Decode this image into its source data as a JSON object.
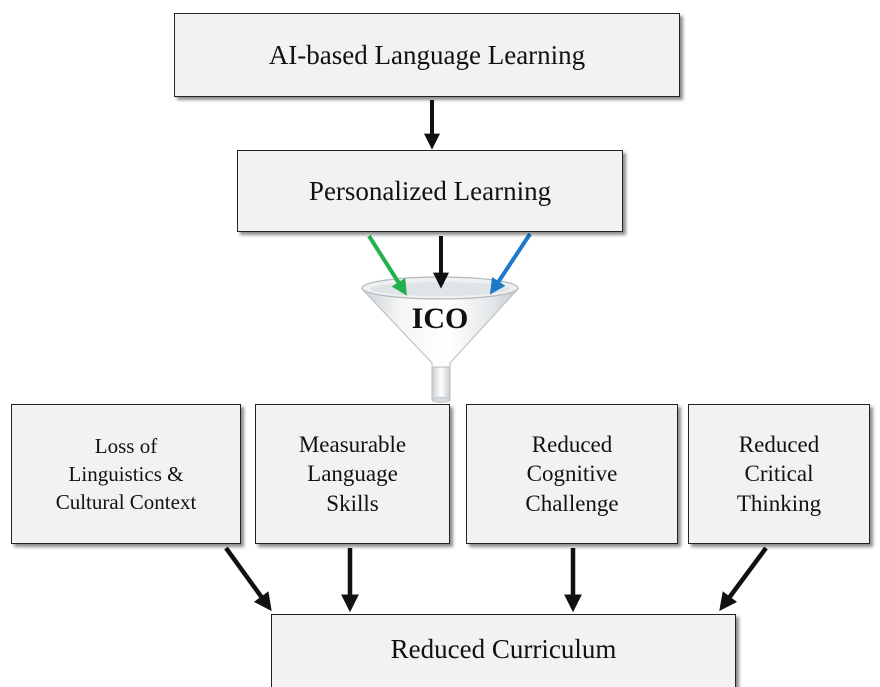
{
  "diagram": {
    "top_box": "AI-based Language Learning",
    "middle_box": "Personalized Learning",
    "funnel_label": "ICO",
    "factors": [
      "Loss of\nLinguistics &\nCultural Context",
      "Measurable\nLanguage\nSkills",
      "Reduced\nCognitive\nChallenge",
      "Reduced\nCritical\nThinking"
    ],
    "bottom_box": "Reduced Curriculum"
  },
  "colors": {
    "box_fill": "#f2f2f2",
    "arrow_black": "#111111",
    "arrow_green": "#22b14c",
    "arrow_blue": "#1f78c8"
  }
}
